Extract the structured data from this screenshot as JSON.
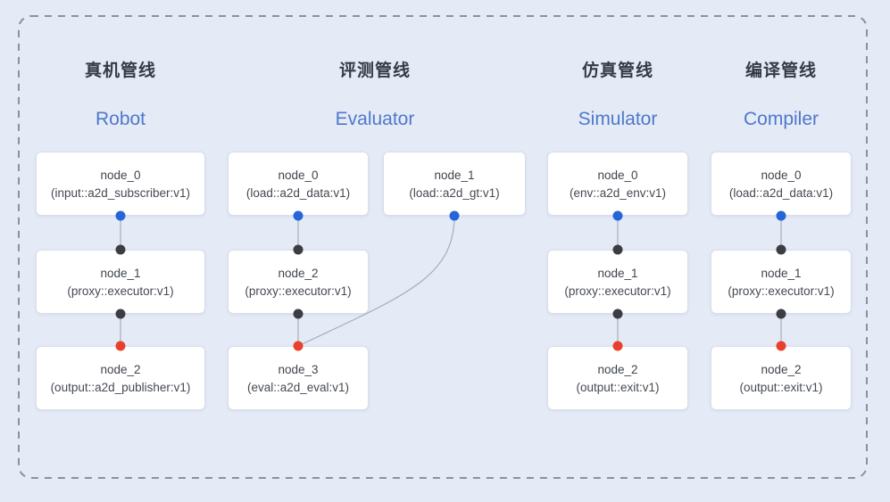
{
  "pipelines": [
    {
      "title_zh": "真机管线",
      "title_en": "Robot",
      "nodes": [
        {
          "name": "node_0",
          "type": "(input::a2d_subscriber:v1)"
        },
        {
          "name": "node_1",
          "type": "(proxy::executor:v1)"
        },
        {
          "name": "node_2",
          "type": "(output::a2d_publisher:v1)"
        }
      ],
      "edges": [
        [
          "node_0",
          "node_1"
        ],
        [
          "node_1",
          "node_2"
        ]
      ]
    },
    {
      "title_zh": "评测管线",
      "title_en": "Evaluator",
      "nodes": [
        {
          "name": "node_0",
          "type": "(load::a2d_data:v1)"
        },
        {
          "name": "node_1",
          "type": "(load::a2d_gt:v1)"
        },
        {
          "name": "node_2",
          "type": "(proxy::executor:v1)"
        },
        {
          "name": "node_3",
          "type": "(eval::a2d_eval:v1)"
        }
      ],
      "edges": [
        [
          "node_0",
          "node_2"
        ],
        [
          "node_1",
          "node_3"
        ],
        [
          "node_2",
          "node_3"
        ]
      ]
    },
    {
      "title_zh": "仿真管线",
      "title_en": "Simulator",
      "nodes": [
        {
          "name": "node_0",
          "type": "(env::a2d_env:v1)"
        },
        {
          "name": "node_1",
          "type": "(proxy::executor:v1)"
        },
        {
          "name": "node_2",
          "type": "(output::exit:v1)"
        }
      ],
      "edges": [
        [
          "node_0",
          "node_1"
        ],
        [
          "node_1",
          "node_2"
        ]
      ]
    },
    {
      "title_zh": "编译管线",
      "title_en": "Compiler",
      "nodes": [
        {
          "name": "node_0",
          "type": "(load::a2d_data:v1)"
        },
        {
          "name": "node_1",
          "type": "(proxy::executor:v1)"
        },
        {
          "name": "node_2",
          "type": "(output::exit:v1)"
        }
      ],
      "edges": [
        [
          "node_0",
          "node_1"
        ],
        [
          "node_1",
          "node_2"
        ]
      ]
    }
  ],
  "colors": {
    "background": "#e5eaf7",
    "dashed_border": "#8c919c",
    "edge_line": "#a6adbc",
    "title_accent": "#4d78ca",
    "title_dark": "#353b46",
    "port_blue": "#2565d8",
    "port_black": "#3b3d42",
    "port_red": "#e8402d",
    "node_background": "#ffffff",
    "node_border": "#d9dee8"
  }
}
